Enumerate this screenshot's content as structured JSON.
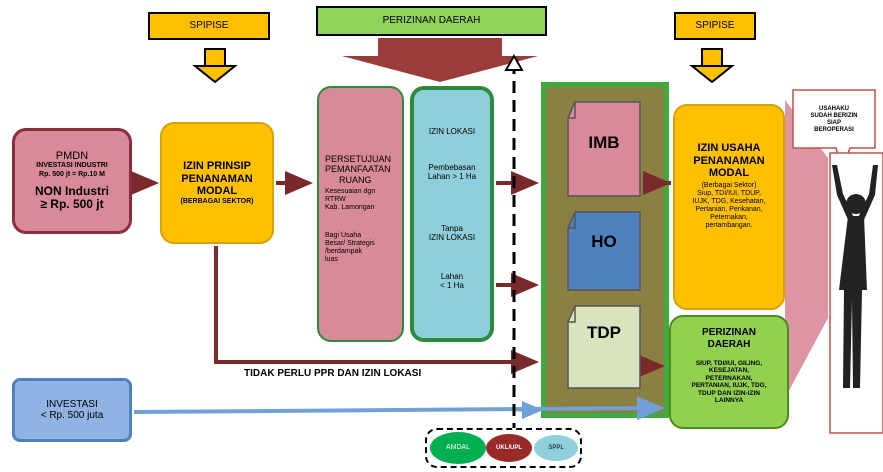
{
  "header": {
    "spipise_left": "SPIPISE",
    "perizinan_daerah": "PERIZINAN DAERAH",
    "spipise_right": "SPIPISE"
  },
  "pmdn": {
    "title": "PMDN",
    "line1": "INVESTASI INDUSTRI",
    "line2": "Rp. 500 jt = Rp.10 M",
    "non1": "NON Industri",
    "non2": "≥ Rp. 500 jt"
  },
  "izin_prinsip": {
    "line1": "IZIN PRINSIP",
    "line2": "PENANAMAN",
    "line3": "MODAL",
    "sub": "(BERBAGAI SEKTOR)"
  },
  "persetujuan": {
    "line1": "PERSETUJUAN",
    "line2": "PEMANFAATAN",
    "line3": "RUANG",
    "sub1": "Kesesuaian dgn",
    "sub2": "RTRW",
    "sub3": "Kab. Lamongan",
    "bagi1": "Bagi Usaha",
    "bagi2": "Besar/ Strategis",
    "bagi3": "/berdampak",
    "bagi4": "luas"
  },
  "izin_lokasi": {
    "title": "IZIN LOKASI",
    "pemb1": "Pembebasan",
    "pemb2": "Lahan > 1 Ha",
    "tanpa1": "Tanpa",
    "tanpa2": "IZIN LOKASI",
    "lahan1": "Lahan",
    "lahan2": "< 1 Ha"
  },
  "documents": {
    "imb": "IMB",
    "ho": "HO",
    "tdp": "TDP"
  },
  "izin_usaha": {
    "line1": "IZIN USAHA",
    "line2": "PENANAMAN",
    "line3": "MODAL",
    "sub1": "(Berbagai Sektor)",
    "sub2": "Siup, TDI/IUI, TDUP,",
    "sub3": "IUJK, TDG, Kesehatan,",
    "sub4": "Pertanian, Perikanan,",
    "sub5": "Peternakan,",
    "sub6": "pertambangan."
  },
  "perizinan_daerah_box": {
    "line1": "PERIZINAN",
    "line2": "DAERAH",
    "sub1": "SIUP, TDI/IUI, GILING,",
    "sub2": "KESEJATAN,",
    "sub3": "PETERNAKAN,",
    "sub4": "PERTANIAN, IUJK, TDG,",
    "sub5": "TDUP DAN IZIN-IZIN",
    "sub6": "LAINNYA"
  },
  "tidak_perlu": "TIDAK PERLU PPR  DAN IZIN LOKASI",
  "investasi": {
    "line1": "INVESTASI",
    "line2": "< Rp. 500 juta"
  },
  "environment": {
    "amdal": "AMDAL",
    "ukl": "UKL/UPL",
    "sppl": "SPPL"
  },
  "speech": {
    "line1": "USAHAKU",
    "line2": "SUDAH BERIZIN",
    "line3": "SIAP",
    "line4": "BEROPERASI"
  },
  "colors": {
    "yellow": "#ffc000",
    "green_banner": "#8fd35b",
    "pink": "#d98a9a",
    "cyan": "#8fcfdb",
    "olive": "#8b8043",
    "maroon_arrow": "#7a2a2a",
    "blue_arrow": "#6fa0d8"
  }
}
